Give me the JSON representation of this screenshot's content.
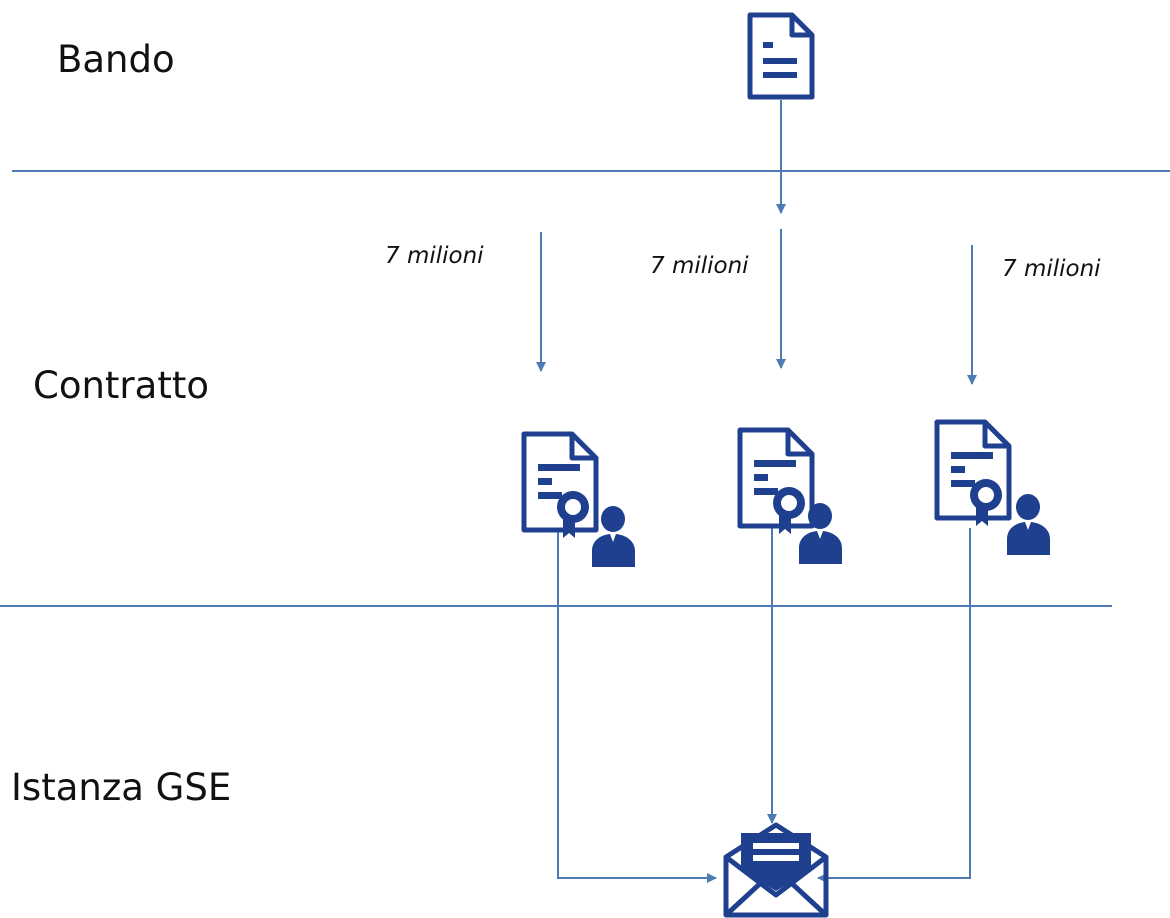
{
  "lanes": {
    "bando": "Bando",
    "contratto": "Contratto",
    "istanza": "Istanza GSE"
  },
  "amounts": [
    "7 milioni",
    "7 milioni",
    "7 milioni"
  ],
  "icons": {
    "bando": "document-icon",
    "contracts": [
      "certificate-document-icon",
      "certificate-document-icon",
      "certificate-document-icon"
    ],
    "people": [
      "person-icon",
      "person-icon",
      "person-icon"
    ],
    "gse": "envelope-document-icon"
  },
  "colors": {
    "divider": "#4e7bb5",
    "arrow": "#4e7bb5",
    "icon": "#1f3f8f",
    "text": "#111111"
  }
}
